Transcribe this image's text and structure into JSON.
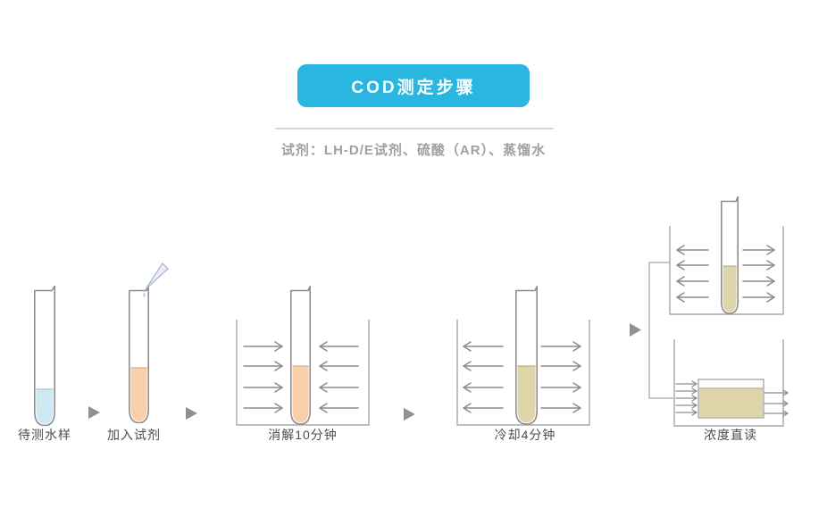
{
  "header": {
    "title": "COD测定步骤",
    "subtitle": "试剂：LH-D/E试剂、硫酸（AR）、蒸馏水"
  },
  "steps": [
    {
      "id": "sample",
      "label": "待测水样"
    },
    {
      "id": "add-reagent",
      "label": "加入试剂"
    },
    {
      "id": "digest",
      "label": "消解10分钟"
    },
    {
      "id": "cool",
      "label": "冷却4分钟"
    },
    {
      "id": "read",
      "label": "浓度直读"
    }
  ],
  "icons": {
    "next_step_arrow": "▶",
    "heat_in_arrows": "→ ←",
    "heat_out_arrows": "← →"
  },
  "colors": {
    "accent": "#29b6e0",
    "divider": "#d6d6d6",
    "subtitle_text": "#a0a0a0",
    "label_text": "#4d4d4d",
    "outline": "#8d8d8d",
    "container_line": "#a9a9a9",
    "arrow": "#8c8c8c",
    "step_arrow": "#909090",
    "sample_blue": "#cde9f2",
    "sample_blue_edge": "#a8d2e1",
    "reagent_orange": "#f8cfa9",
    "reagent_orange_edge": "#e9b78d",
    "cooled_tan": "#ded5ab",
    "cooled_tan_edge": "#c4b98a",
    "pipette_fill": "#e8edf7",
    "pipette_edge": "#a8b4d2",
    "droplet_blue": "#b9d8ec"
  }
}
